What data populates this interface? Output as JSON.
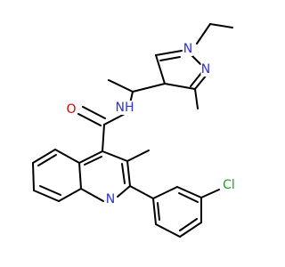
{
  "molecule": {
    "atoms": [
      {
        "id": "N_pyr1",
        "label": "N",
        "color": "#2f2fe0"
      },
      {
        "id": "N_pyr2",
        "label": "N",
        "color": "#2f2fe0"
      },
      {
        "id": "N_amide",
        "label": "NH",
        "color": "#2f2fe0"
      },
      {
        "id": "O_amide",
        "label": "O",
        "color": "#e00000"
      },
      {
        "id": "N_quin",
        "label": "N",
        "color": "#2f2fe0"
      },
      {
        "id": "Cl",
        "label": "Cl",
        "color": "#1fa01f"
      }
    ]
  }
}
